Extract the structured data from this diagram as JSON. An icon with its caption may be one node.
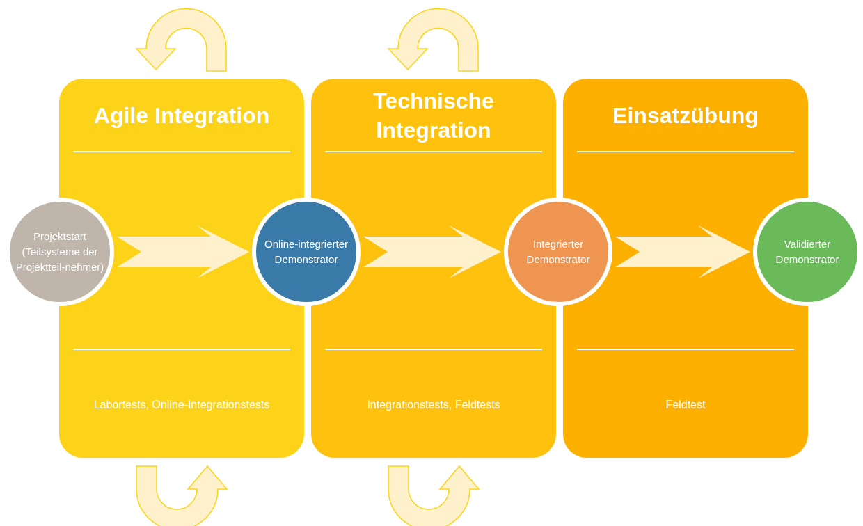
{
  "diagram": {
    "nodes": [
      {
        "text": [
          "Agile Integration",
          "Labortests, Online-Integrationstests"
        ]
      },
      {
        "text": [
          "Technische Integration",
          "Integrationstests, Feldtests"
        ]
      },
      {
        "text": [
          "Einsatzübung",
          "Feldtest"
        ]
      },
      {
        "text": [
          "Projektstart (Teilsysteme der Projektteil-nehmer)"
        ]
      },
      {
        "text": [
          "Online-integrierter Demonstrator"
        ]
      },
      {
        "text": [
          "Integrierter Demonstrator"
        ]
      },
      {
        "text": [
          "Validierter Demonstrator"
        ]
      }
    ],
    "edges": [
      {
        "from": 3,
        "to": 4,
        "arrow": "to",
        "style": "thick"
      },
      {
        "from": 4,
        "to": 5,
        "arrow": "to",
        "style": "thick"
      },
      {
        "from": 5,
        "to": 6,
        "arrow": "to",
        "style": "thick"
      }
    ]
  }
}
